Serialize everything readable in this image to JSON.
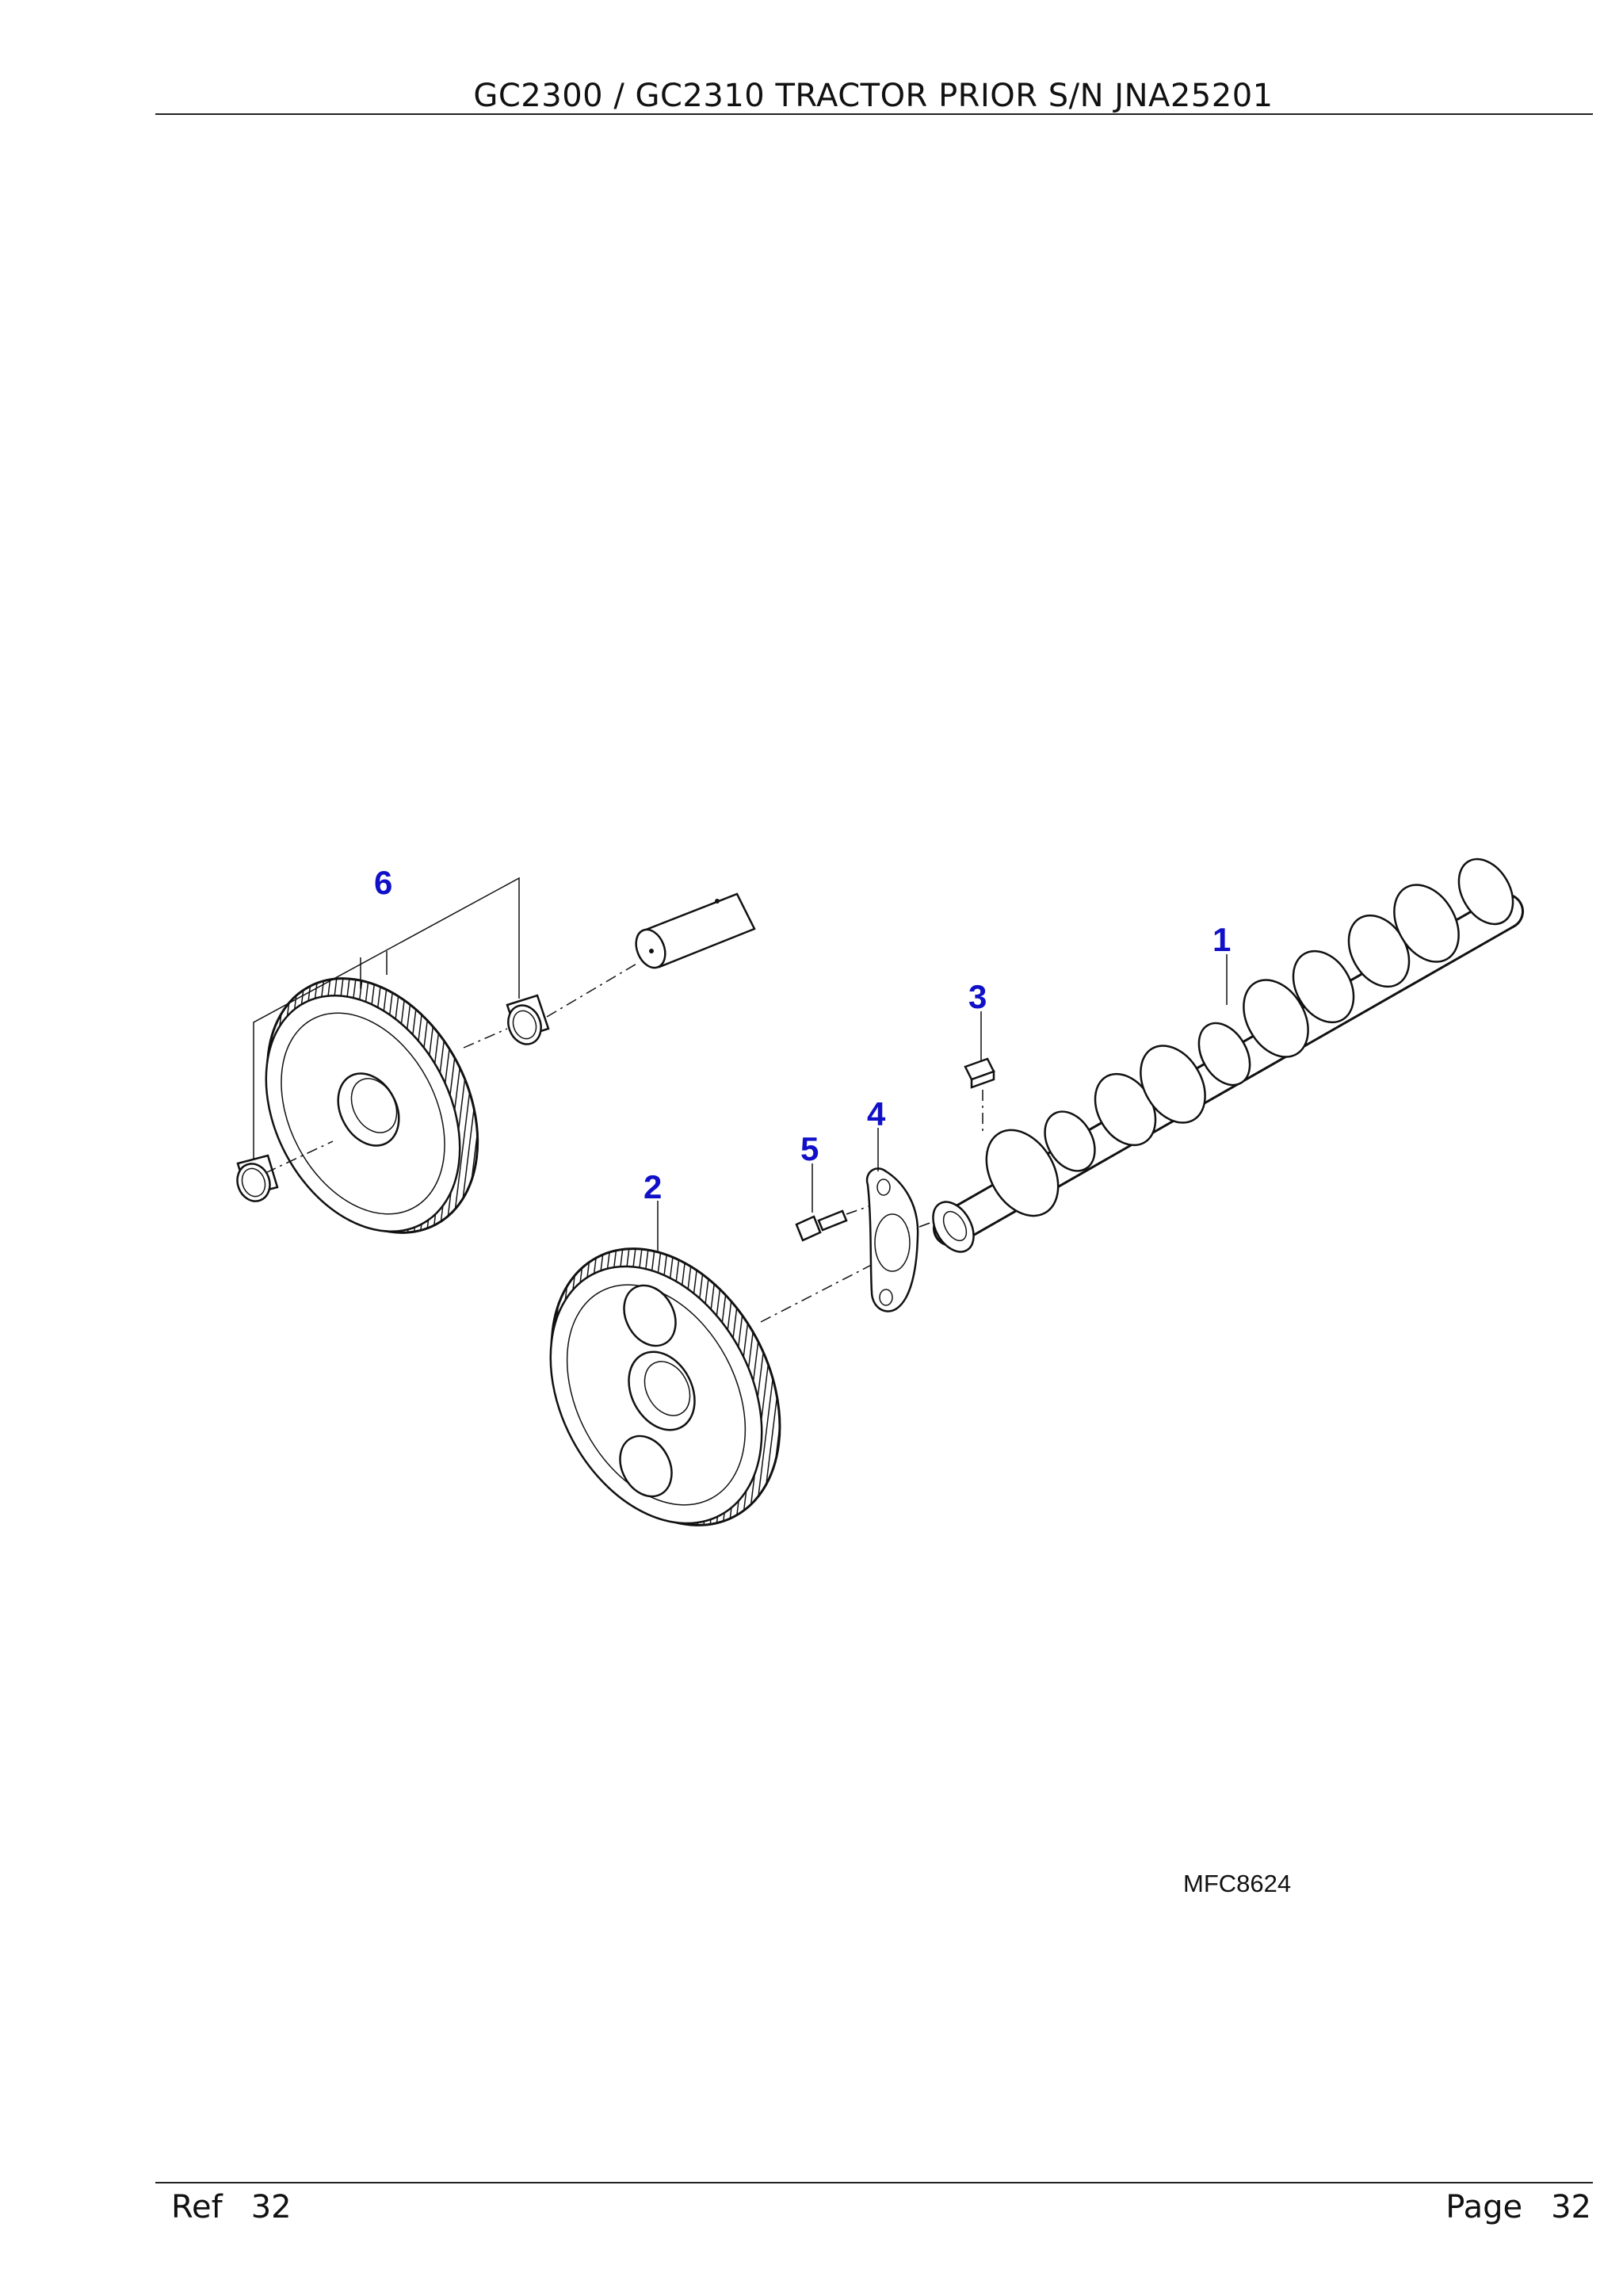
{
  "header": {
    "title": "GC2300 / GC2310 TRACTOR PRIOR S/N JNA25201"
  },
  "figure": {
    "code": "MFC8624",
    "callouts": [
      "1",
      "2",
      "3",
      "4",
      "5",
      "6"
    ]
  },
  "footer": {
    "ref_label": "Ref",
    "ref_value": "32",
    "page_label": "Page",
    "page_value": "32"
  },
  "colors": {
    "callout": "#1010c8",
    "line": "#111111"
  }
}
